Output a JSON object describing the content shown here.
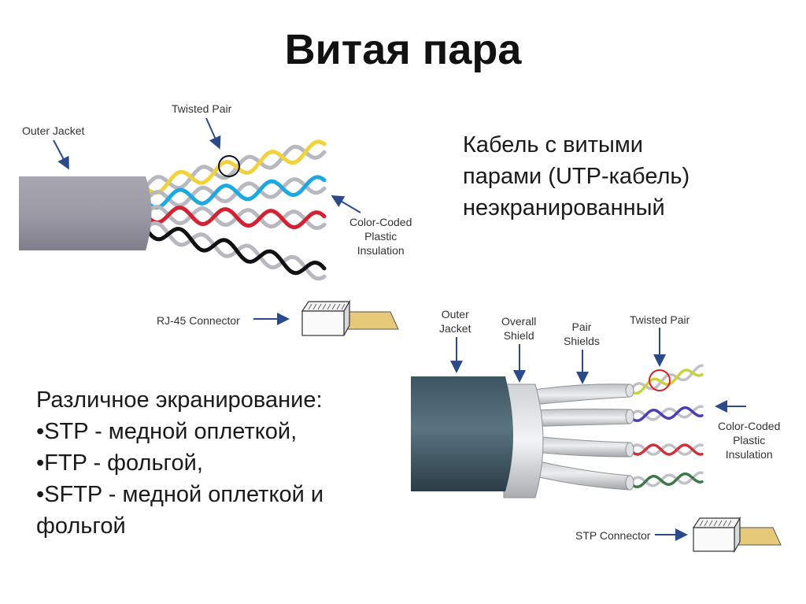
{
  "title": "Витая пара",
  "utp_description": {
    "lines": [
      "Кабель с витыми",
      "парами (UTP-кабель)",
      "неэкранированный"
    ]
  },
  "shielding_description": {
    "lines": [
      "Различное экранирование:",
      "•STP - медной оплеткой,",
      "•FTP - фольгой,",
      "•SFTP - медной оплеткой и",
      "фольгой"
    ]
  },
  "utp_diagram": {
    "labels": {
      "outer_jacket": "Outer Jacket",
      "twisted_pair": "Twisted Pair",
      "insulation": [
        "Color-Coded",
        "Plastic",
        "Insulation"
      ],
      "connector": "RJ-45 Connector"
    },
    "pair_colors": [
      "#f2d23c",
      "#1ea8e0",
      "#d12333",
      "#111111"
    ],
    "partner_color": "#b8b8c0"
  },
  "stp_diagram": {
    "labels": {
      "outer_jacket": [
        "Outer",
        "Jacket"
      ],
      "overall_shield": [
        "Overall",
        "Shield"
      ],
      "pair_shields": [
        "Pair",
        "Shields"
      ],
      "twisted_pair": "Twisted Pair",
      "insulation": [
        "Color-Coded",
        "Plastic",
        "Insulation"
      ],
      "connector": "STP Connector"
    },
    "pair_colors": [
      "#c9d23a",
      "#4a3fb0",
      "#c8343a",
      "#3c7a4a"
    ],
    "partner_color": "#c0c0c8"
  }
}
